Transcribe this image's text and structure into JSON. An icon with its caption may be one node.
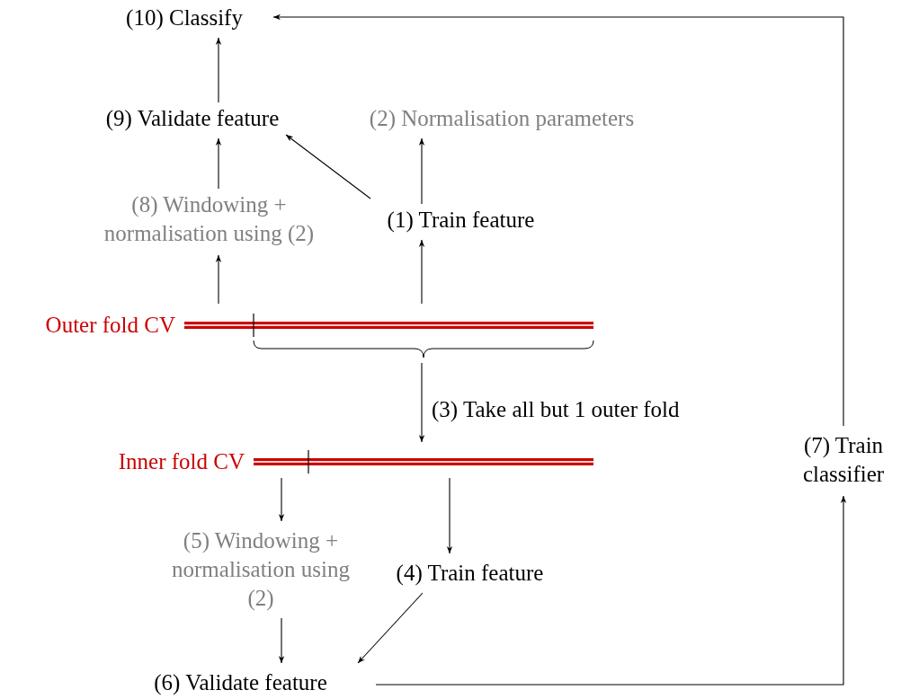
{
  "diagram": {
    "nodes": [
      {
        "text": [
          "(10) Classify"
        ]
      },
      {
        "text": [
          "(9) Validate feature"
        ]
      },
      {
        "text": [
          "(2) Normalisation parameters"
        ]
      },
      {
        "text": [
          "(8) Windowing + normalisation using (2)"
        ]
      },
      {
        "text": [
          "(1) Train feature"
        ]
      },
      {
        "text": [],
        "shape": "bar",
        "beside": [
          "Outer fold CV"
        ]
      },
      {
        "text": [],
        "shape": "bar",
        "beside": [
          "Inner fold CV"
        ]
      },
      {
        "text": [
          "(4) Train feature"
        ]
      },
      {
        "text": [
          "(5) Windowing + normalisation using (2)"
        ]
      },
      {
        "text": [
          "(6) Validate feature"
        ]
      },
      {
        "text": [
          "(7) Train classifier"
        ]
      }
    ],
    "edges": [
      {
        "from": 5,
        "to": 3,
        "arrow": "to"
      },
      {
        "from": 5,
        "to": 4,
        "arrow": "to"
      },
      {
        "from": 4,
        "to": 2,
        "arrow": "to"
      },
      {
        "from": 4,
        "to": 1,
        "arrow": "to"
      },
      {
        "from": 3,
        "to": 1,
        "arrow": "to"
      },
      {
        "from": 1,
        "to": 0,
        "arrow": "to"
      },
      {
        "from": 5,
        "to": 6,
        "arrow": "to",
        "label": "(3) Take all but 1 outer fold"
      },
      {
        "from": 6,
        "to": 8,
        "arrow": "to"
      },
      {
        "from": 6,
        "to": 7,
        "arrow": "to"
      },
      {
        "from": 8,
        "to": 9,
        "arrow": "to"
      },
      {
        "from": 7,
        "to": 9,
        "arrow": "to"
      },
      {
        "from": 9,
        "to": 10,
        "arrow": "to"
      },
      {
        "from": 10,
        "to": 0,
        "arrow": "to"
      }
    ]
  }
}
